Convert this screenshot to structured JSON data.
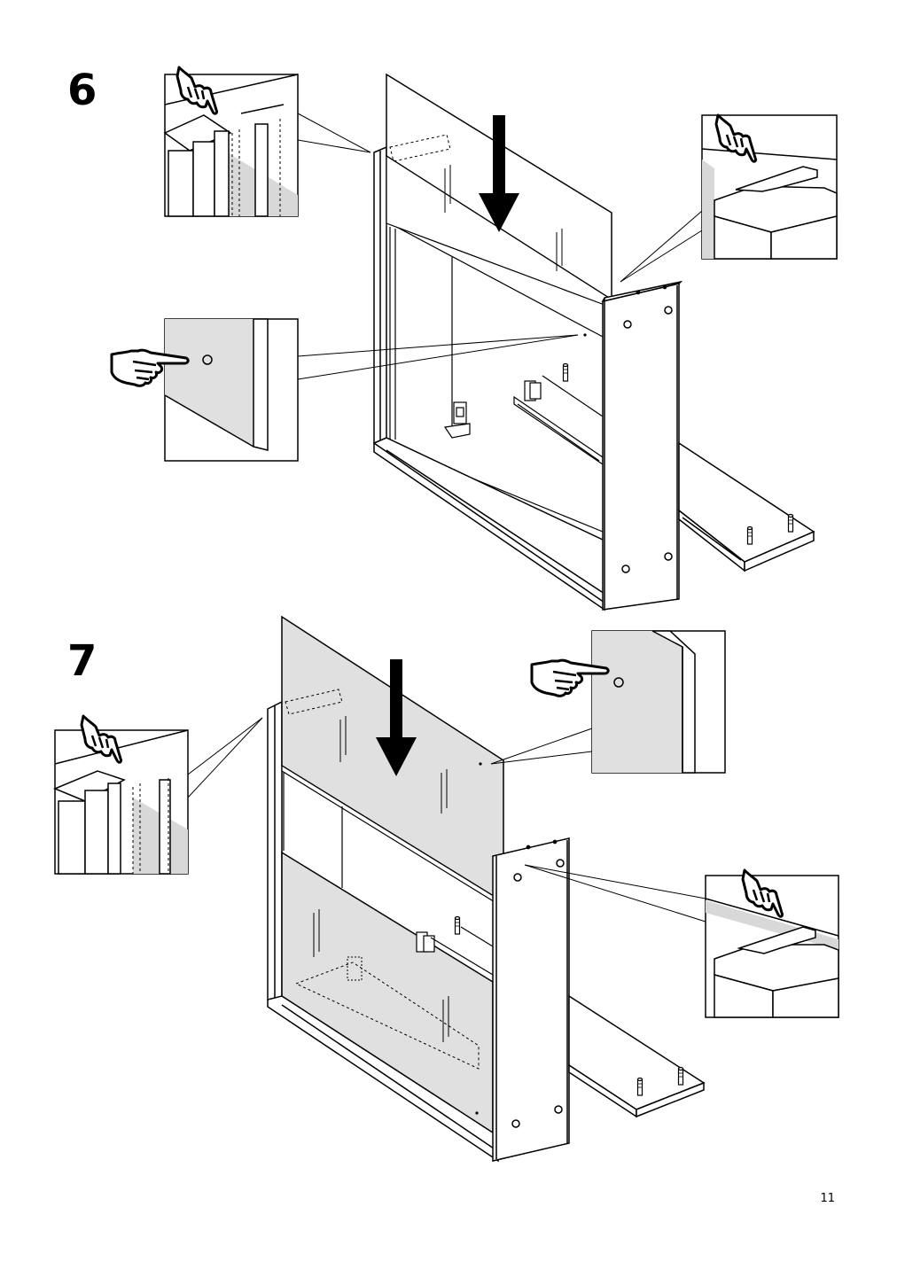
{
  "steps": [
    {
      "number": "6"
    },
    {
      "number": "7"
    }
  ],
  "page_number": "11",
  "colors": {
    "panel_fill": "#e0e0e0",
    "detail_fill": "#e5e5e5",
    "line": "#000000",
    "background": "#ffffff"
  }
}
